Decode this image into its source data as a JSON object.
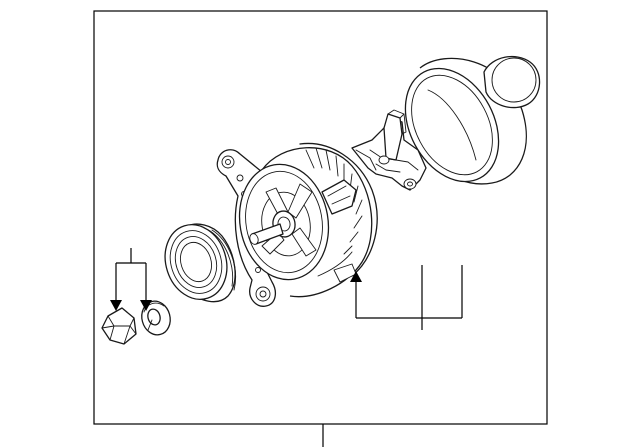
{
  "diagram": {
    "type": "exploded-parts-diagram",
    "parts": [
      {
        "id": "alternator",
        "icon": "alternator-icon"
      },
      {
        "id": "pulley",
        "icon": "pulley-icon"
      },
      {
        "id": "voltage-regulator",
        "icon": "regulator-icon"
      },
      {
        "id": "rear-cover",
        "icon": "cover-cap-icon"
      },
      {
        "id": "nut",
        "icon": "hex-nut-icon"
      },
      {
        "id": "lock-washer",
        "icon": "washer-icon"
      }
    ],
    "colors": {
      "line": "#1a1a1a",
      "background": "#ffffff"
    }
  }
}
